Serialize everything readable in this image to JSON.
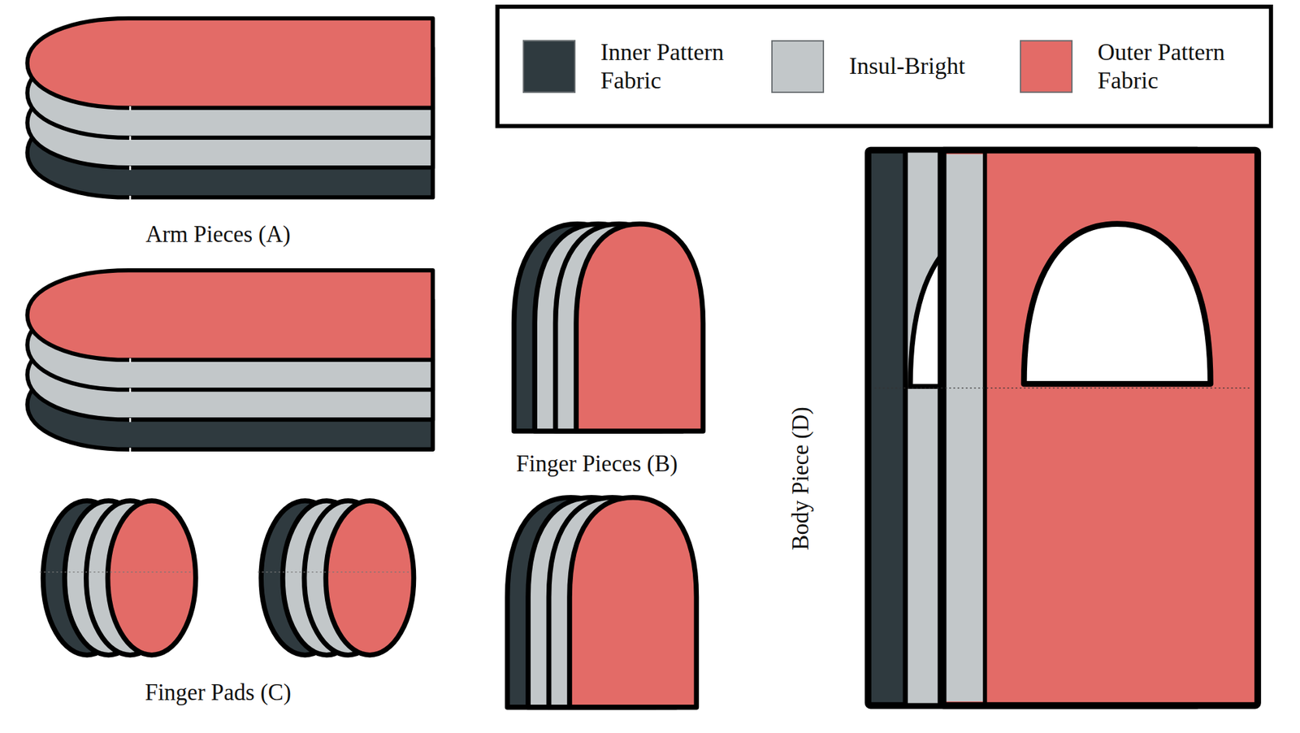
{
  "diagram": {
    "labels": [
      "Arm Pieces (A)",
      "Finger Pieces (B)",
      "Finger Pads (C)",
      "Body Piece (D)"
    ],
    "legend": [
      {
        "text": "Inner Pattern Fabric",
        "color": "#2f3a3f"
      },
      {
        "text": "Insul-Bright",
        "color": "#c2c7c9"
      },
      {
        "text": "Outer Pattern Fabric",
        "color": "#e36b67"
      }
    ]
  }
}
